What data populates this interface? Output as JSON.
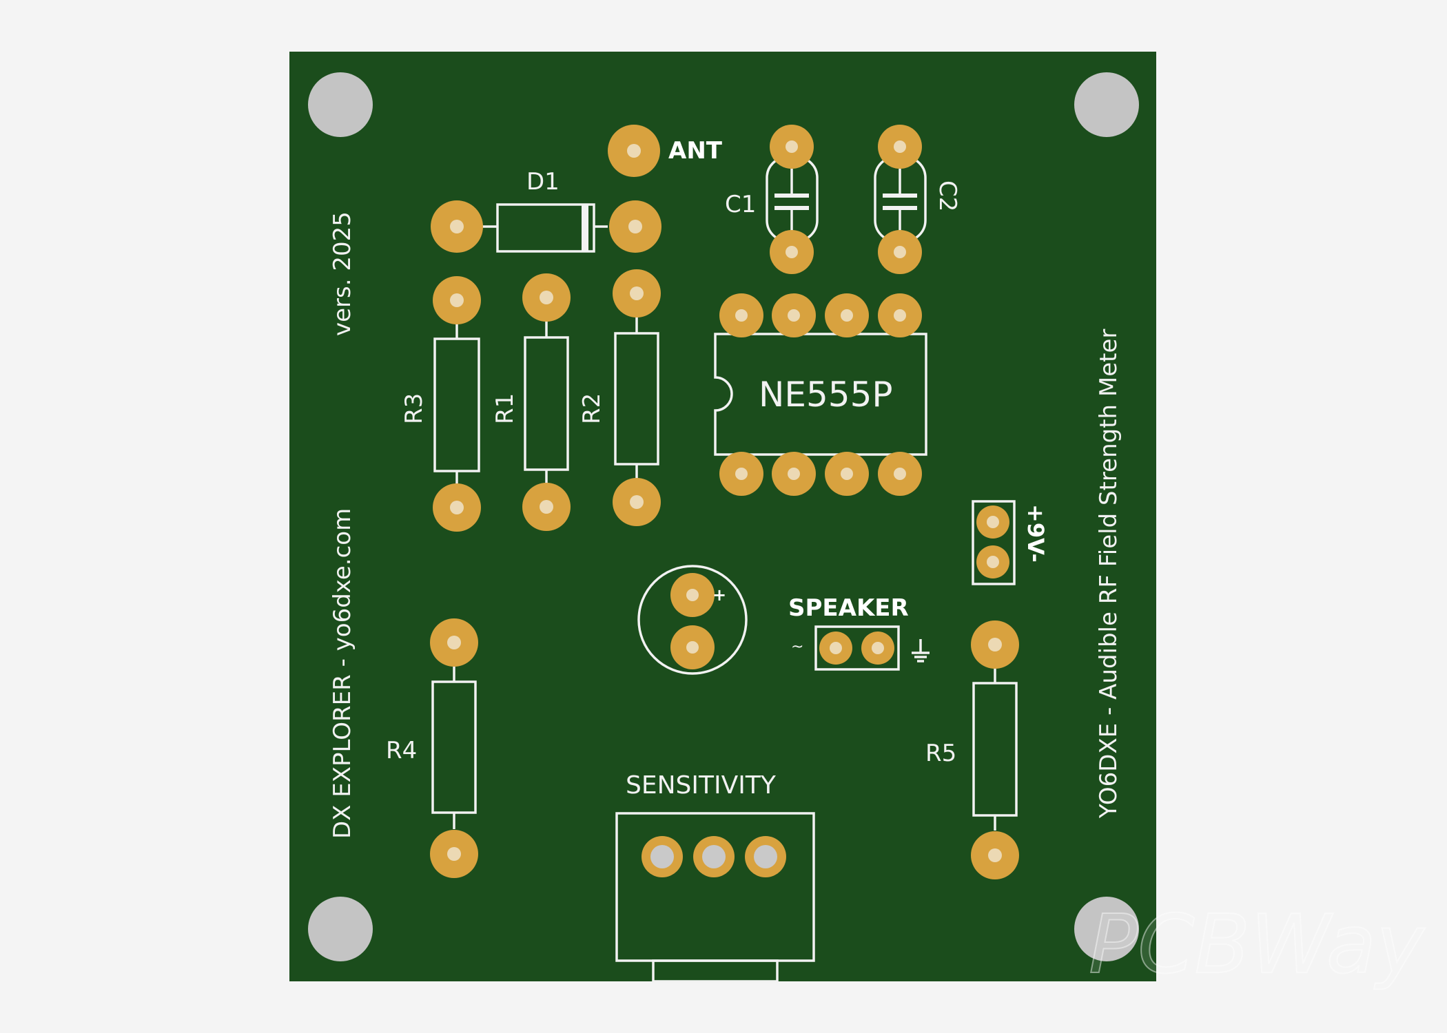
{
  "board": {
    "color": "#1b4d1c",
    "pad_color": "#d8a23f",
    "silk_color": "#f2f2f2",
    "mount_hole_color": "#c4c4c4"
  },
  "labels": {
    "ant": "ANT",
    "d1": "D1",
    "c1": "C1",
    "c2": "C2",
    "r1": "R1",
    "r2": "R2",
    "r3": "R3",
    "r4": "R4",
    "r5": "R5",
    "ic": "NE555P",
    "speaker": "SPEAKER",
    "speaker_left_mark": "~",
    "plus_mark": "+",
    "power": "+9V-",
    "sensitivity": "SENSITIVITY"
  },
  "side_text": {
    "left_version": "vers. 2025",
    "left_title": "DX EXPLORER - yo6dxe.com",
    "right_title": "YO6DXE - Audible RF Field Strength Meter"
  },
  "watermark": "PCBWay"
}
